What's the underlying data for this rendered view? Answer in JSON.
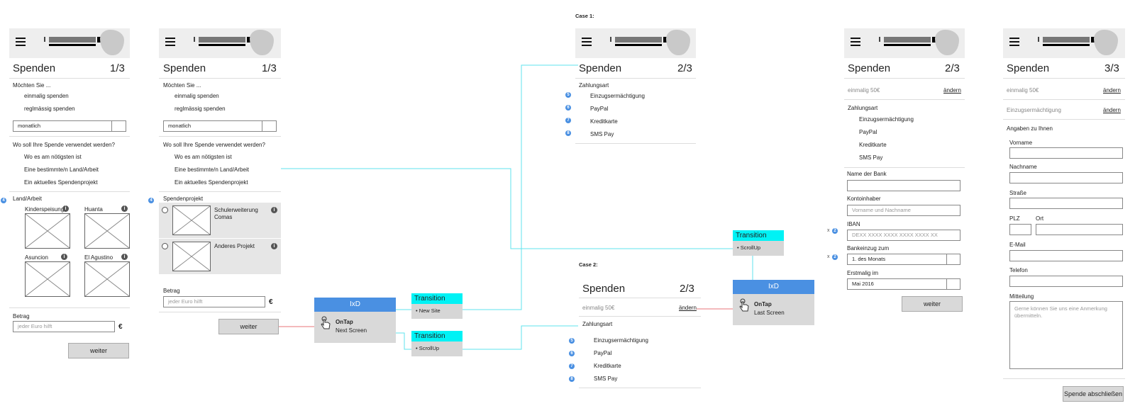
{
  "common": {
    "title": "Spenden",
    "euro": "€",
    "weiter": "weiter",
    "betrag_label": "Betrag",
    "betrag_placeholder": "jeder Euro hilft",
    "moechten": "Möchten Sie ...",
    "einmalig": "einmalig spenden",
    "regelmaessig": "reglmässig spenden",
    "monatlich": "monatlich",
    "wo_frage": "Wo soll Ihre Spende verwendet werden?",
    "wo_opt1": "Wo es am nötigsten ist",
    "wo_opt2": "Eine bestimmte/n Land/Arbeit",
    "wo_opt3": "Ein aktuelles Spendenprojekt",
    "info_glyph": "i"
  },
  "screen1": {
    "step": "1/3",
    "section_label": "Land/Arbeit",
    "badge": "4",
    "tiles": [
      "Kinderspeisung",
      "Huanta",
      "Asuncion",
      "El Agustino"
    ]
  },
  "screen2": {
    "step": "1/3",
    "section_label": "Spendenprojekt",
    "badge": "4",
    "projects": [
      "Schulerweiterung\nComas",
      "Anderes Projekt"
    ]
  },
  "case1": {
    "case_label": "Case 1:",
    "step": "2/3",
    "zahlungsart": "Zahlungsart",
    "methods": [
      {
        "badge": "5",
        "label": "Einzugsermächtigung"
      },
      {
        "badge": "6",
        "label": "PayPal"
      },
      {
        "badge": "7",
        "label": "Kreditkarte"
      },
      {
        "badge": "8",
        "label": "SMS Pay"
      }
    ]
  },
  "case2": {
    "case_label": "Case 2:",
    "step": "2/3",
    "summary": "einmalig 50€",
    "aendern": "ändern",
    "zahlungsart": "Zahlungsart",
    "methods": [
      {
        "badge": "5",
        "label": "Einzugsermächtigung"
      },
      {
        "badge": "6",
        "label": "PayPal"
      },
      {
        "badge": "7",
        "label": "Kreditkarte"
      },
      {
        "badge": "8",
        "label": "SMS Pay"
      }
    ]
  },
  "screen4": {
    "step": "2/3",
    "summary": "einmalig 50€",
    "aendern": "ändern",
    "zahlungsart": "Zahlungsart",
    "methods": [
      "Einzugsermächtigung",
      "PayPal",
      "Kreditkarte",
      "SMS Pay"
    ],
    "bank_label": "Name der Bank",
    "inhaber_label": "Kontoinhaber",
    "inhaber_placeholder": "Vorname und Nachname",
    "iban_label": "IBAN",
    "iban_placeholder": "DEXX XXXX XXXX XXXX XXXX XX",
    "bankeinzug_label": "Bankeinzug zum",
    "bankeinzug_value": "1. des Monats",
    "erstmalig_label": "Erstmalig im",
    "erstmalig_value": "Mai 2016",
    "side_badge": "2",
    "side_mark": "x"
  },
  "screen5": {
    "step": "3/3",
    "summary1": "einmalig 50€",
    "summary2": "Einzugsermächtigung",
    "aendern": "ändern",
    "angaben": "Angaben zu Ihnen",
    "fields": [
      "Vorname",
      "Nachname",
      "Straße"
    ],
    "plz": "PLZ",
    "ort": "Ort",
    "email": "E-Mail",
    "telefon": "Telefon",
    "mitteilung": "Mitteilung",
    "mitteilung_placeholder": "Gerne können Sie uns eine Anmerkung übermitteln.",
    "submit": "Spende abschließen"
  },
  "ixd1": {
    "head": "IxD",
    "event": "OnTap",
    "action": "Next Screen"
  },
  "ixd2": {
    "head": "IxD",
    "event": "OnTap",
    "action": "Last Screen"
  },
  "transition_a": {
    "head": "Transition",
    "body": "• New Site"
  },
  "transition_b": {
    "head": "Transition",
    "body": "• ScrollUp"
  },
  "transition_c": {
    "head": "Transition",
    "body": "• ScrollUp"
  },
  "colors": {
    "ixd_blue": "#4a90e2",
    "transition_cyan": "#00f2f5",
    "connector_cyan": "#5fe3ee",
    "connector_red": "#e8767a"
  }
}
